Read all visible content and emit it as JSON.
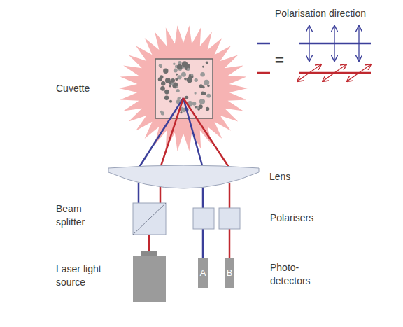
{
  "diagram": {
    "nodes": [
      {
        "text": [
          "A"
        ]
      },
      {
        "text": [
          "B"
        ]
      }
    ],
    "labels": [
      "Polarisation direction",
      "=",
      "Cuvette",
      "Lens",
      "Beam splitter",
      "Polarisers",
      "Laser light source",
      "Photo- detectors"
    ]
  }
}
